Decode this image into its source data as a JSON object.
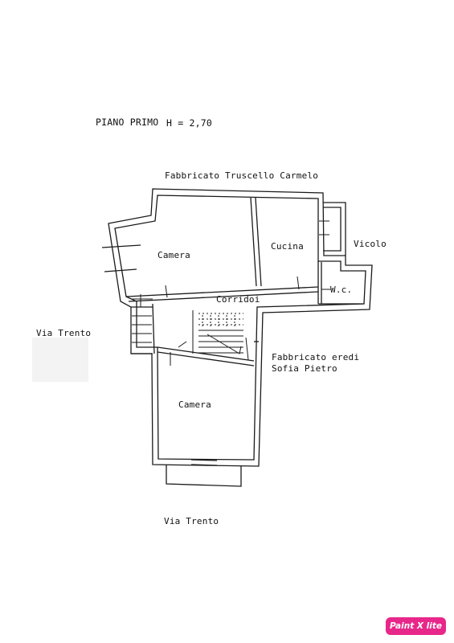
{
  "header": {
    "title": "PIANO PRIMO",
    "height_label": "H = 2,70"
  },
  "neighbors": {
    "north": "Fabbricato Truscello Carmelo",
    "east_lane": "Vicolo",
    "east_building_line1": "Fabbricato eredi",
    "east_building_line2": "Sofia Pietro",
    "west_street": "Via Trento",
    "south_street": "Via Trento"
  },
  "rooms": {
    "camera_north": "Camera",
    "cucina": "Cucina",
    "wc": "W.c.",
    "corridoi": "Corridoi",
    "camera_south": "Camera"
  },
  "badge": {
    "label": "Paint X lite",
    "color": "#e8278a"
  }
}
